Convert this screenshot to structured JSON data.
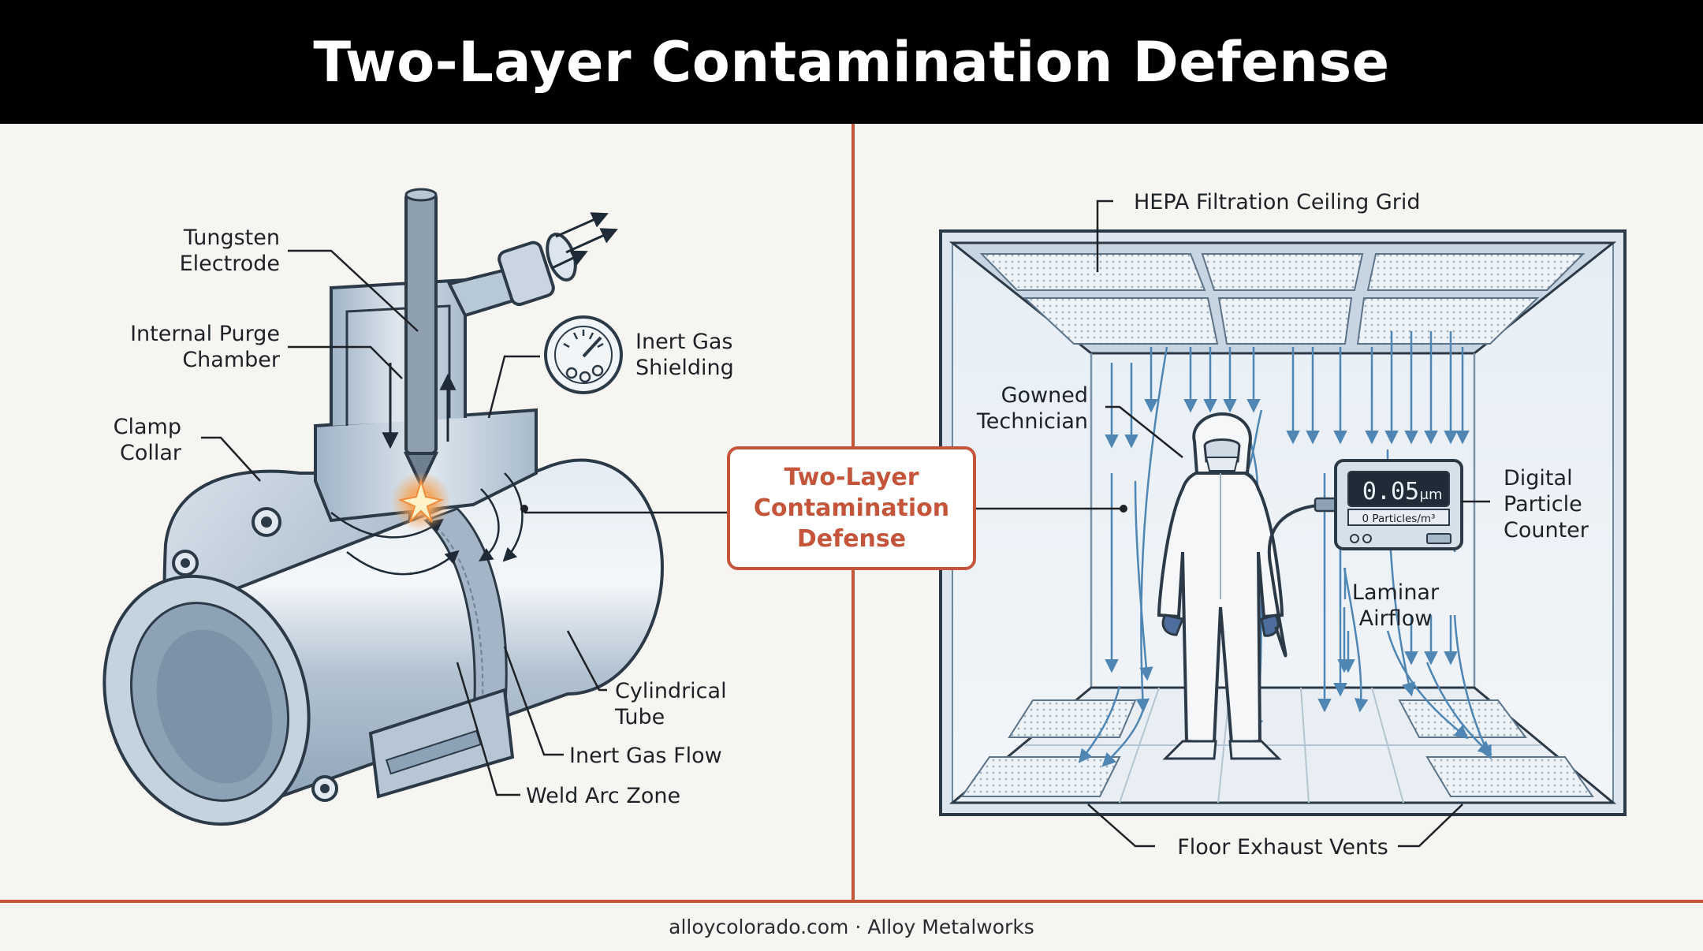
{
  "header": {
    "title": "Two-Layer Contamination Defense"
  },
  "center": {
    "label": "Two-Layer Contamination Defense"
  },
  "left_panel": {
    "labels": {
      "tungsten_electrode_1": "Tungsten",
      "tungsten_electrode_2": "Electrode",
      "internal_purge_1": "Internal Purge",
      "internal_purge_2": "Chamber",
      "clamp_collar_1": "Clamp",
      "clamp_collar_2": "Collar",
      "inert_gas_shielding_1": "Inert Gas",
      "inert_gas_shielding_2": "Shielding",
      "cylindrical_tube_1": "Cylindrical",
      "cylindrical_tube_2": "Tube",
      "inert_gas_flow": "Inert Gas Flow",
      "weld_arc_zone": "Weld Arc Zone"
    }
  },
  "right_panel": {
    "labels": {
      "hepa_grid": "HEPA Filtration Ceiling Grid",
      "gowned_technician_1": "Gowned",
      "gowned_technician_2": "Technician",
      "digital_counter_1": "Digital",
      "digital_counter_2": "Particle",
      "digital_counter_3": "Counter",
      "laminar_airflow_1": "Laminar",
      "laminar_airflow_2": "Airflow",
      "floor_exhaust": "Floor Exhaust Vents"
    },
    "counter": {
      "reading": "0.05",
      "unit": "μm",
      "particles": "0 Particles/m³"
    }
  },
  "footer": {
    "text": "alloycolorado.com · Alloy Metalworks"
  },
  "colors": {
    "accent": "#c4553a",
    "steel": "#b8c8d6",
    "steel_dark": "#2c3a48",
    "airflow": "#4f86b4",
    "title_bg": "#000000"
  }
}
